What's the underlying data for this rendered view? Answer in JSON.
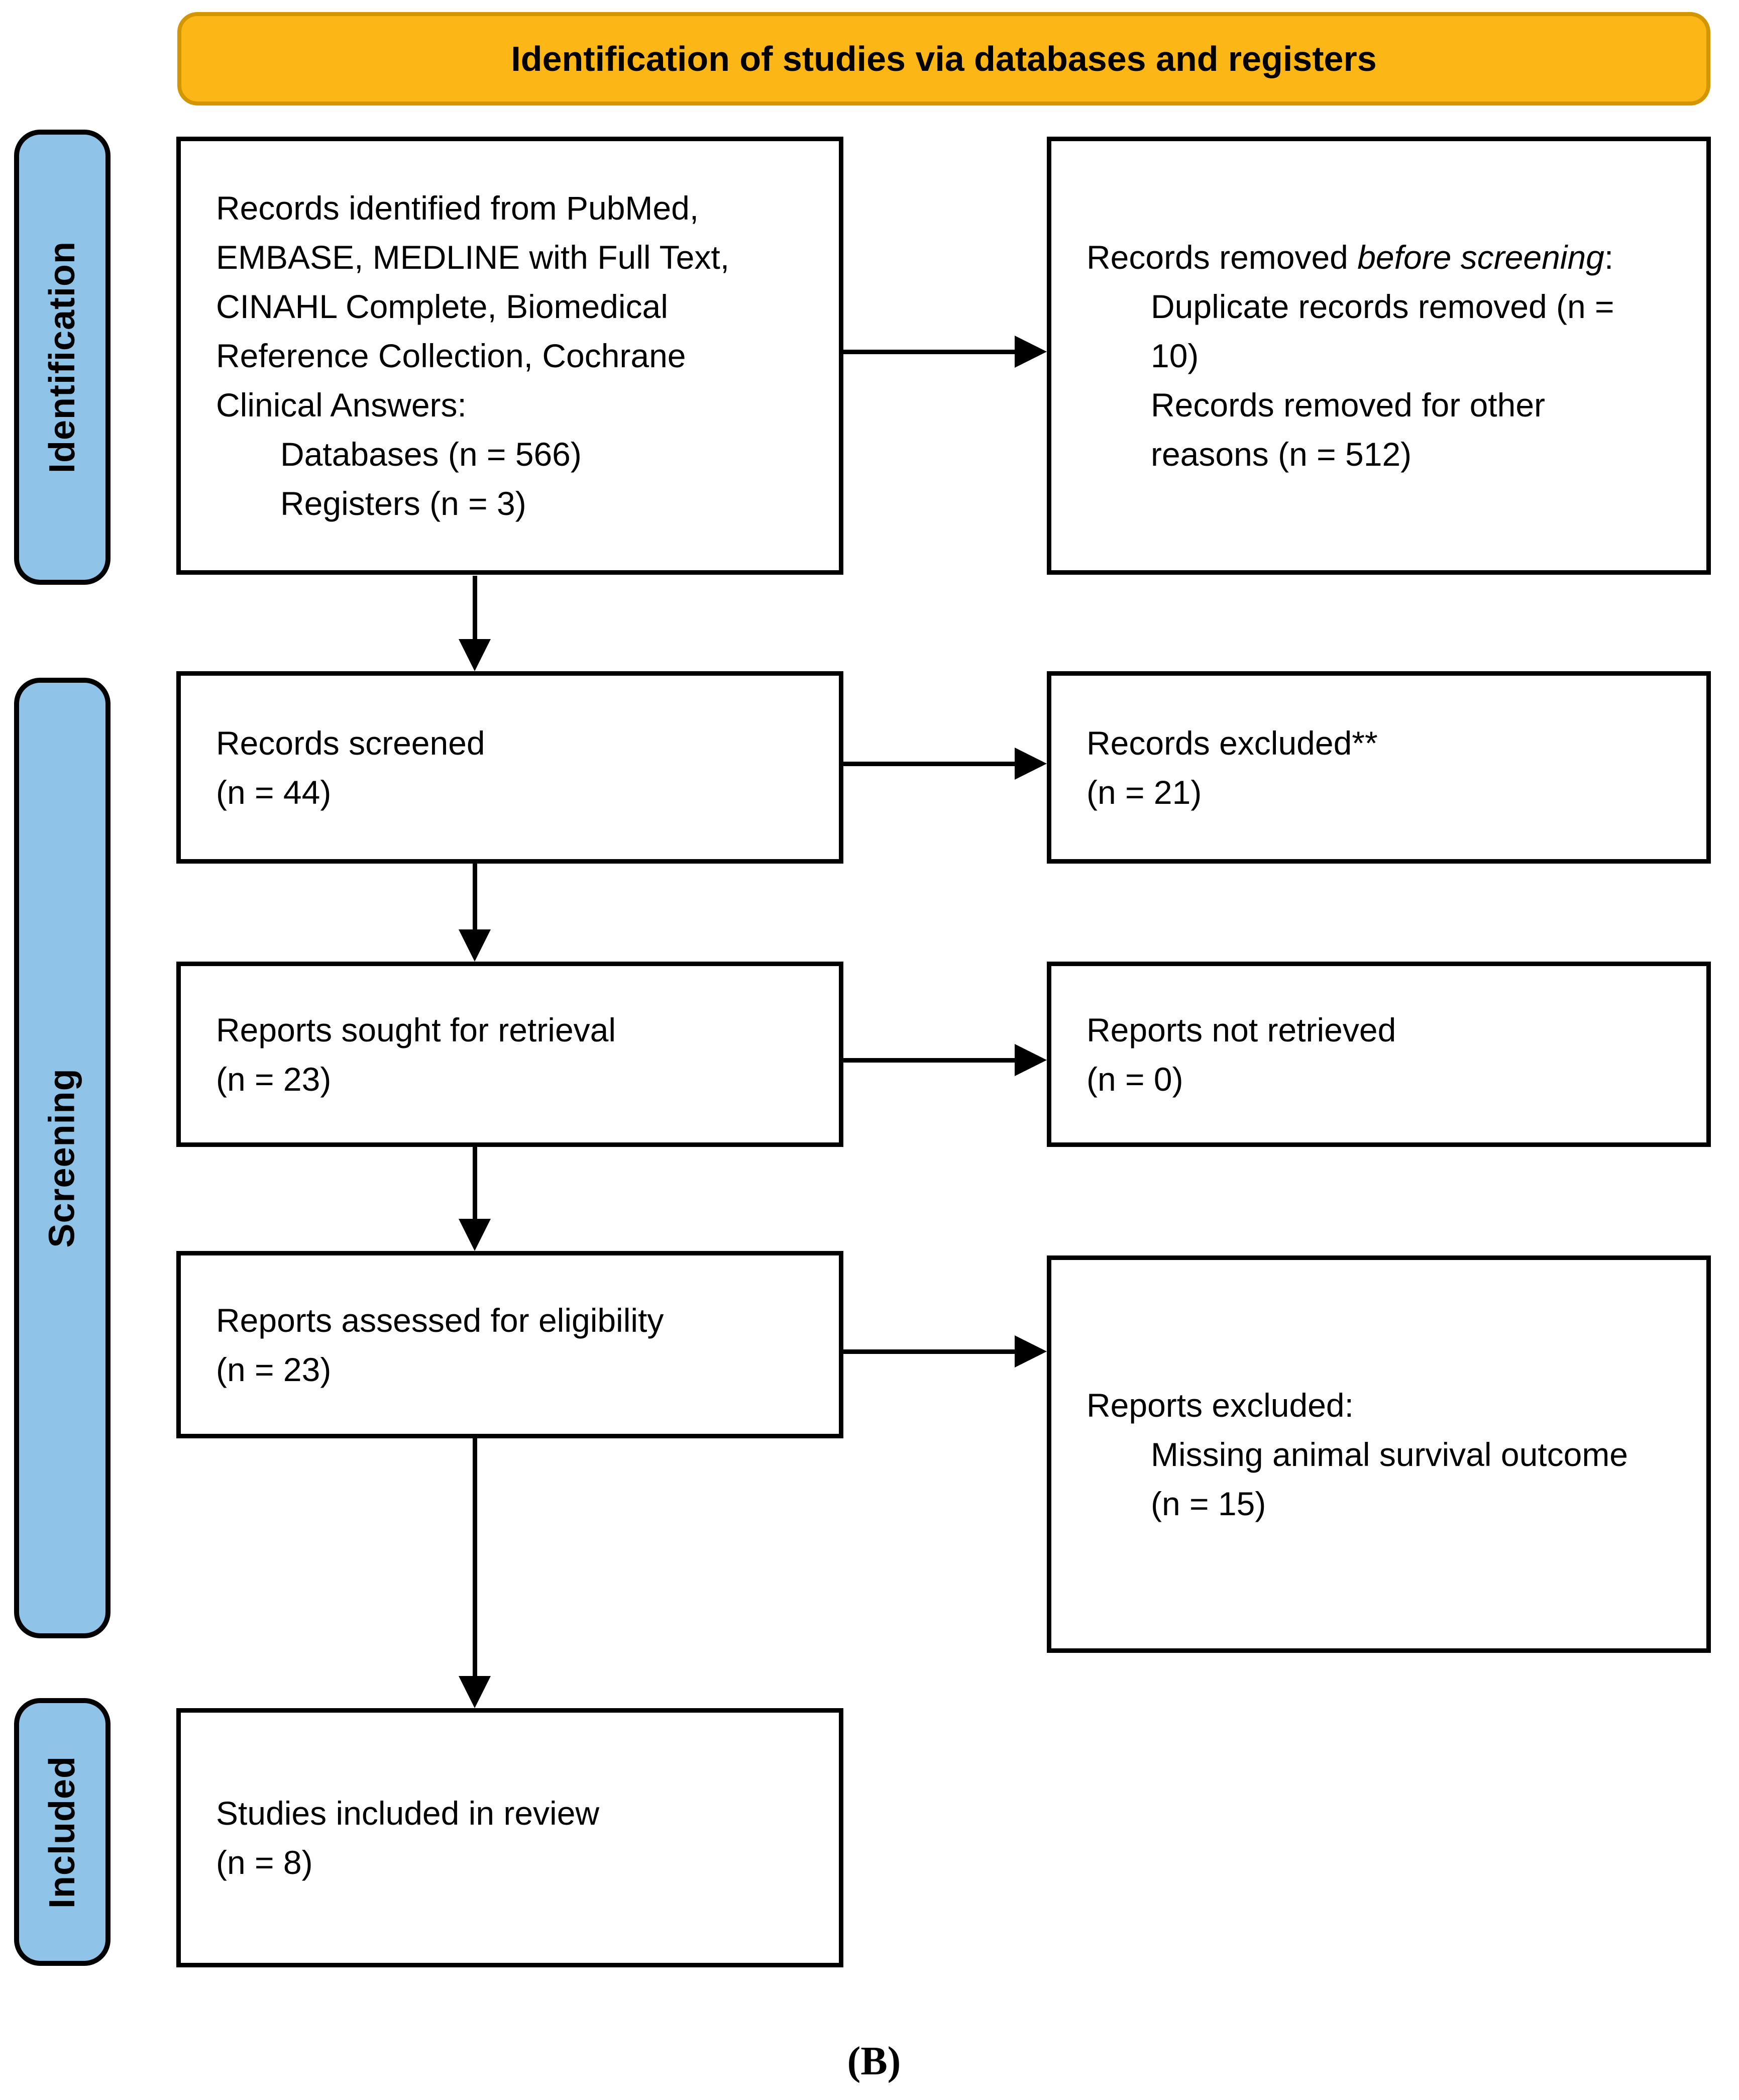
{
  "banner": {
    "title": "Identification of studies via databases and registers"
  },
  "side_labels": {
    "identification": "Identification",
    "screening": "Screening",
    "included": "Included"
  },
  "boxes": {
    "identified": {
      "heading": "Records identified from PubMed, EMBASE, MEDLINE with Full Text, CINAHL Complete, Biomedical Reference Collection, Cochrane Clinical Answers:",
      "items": [
        "Databases (n = 566)",
        "Registers (n = 3)"
      ]
    },
    "removed_before_screening": {
      "heading_prefix": "Records removed ",
      "heading_italic": "before screening",
      "heading_suffix": ":",
      "items": [
        "Duplicate records removed (n = 10)",
        "Records removed for other reasons (n = 512)"
      ]
    },
    "screened": {
      "label": "Records screened",
      "n": "(n = 44)"
    },
    "excluded": {
      "label": "Records excluded**",
      "n": "(n = 21)"
    },
    "sought": {
      "label": "Reports sought for retrieval",
      "n": "(n = 23)"
    },
    "not_retrieved": {
      "label": "Reports not retrieved",
      "n": "(n = 0)"
    },
    "assessed": {
      "label": "Reports assessed for eligibility",
      "n": "(n = 23)"
    },
    "reports_excluded": {
      "heading": "Reports excluded:",
      "items": [
        "Missing animal survival outcome (n = 15)"
      ]
    },
    "included_studies": {
      "label": "Studies included in review",
      "n": "(n = 8)"
    }
  },
  "caption": "(B)",
  "colors": {
    "banner_fill": "#FCB616",
    "banner_border": "#D29600",
    "stage_fill": "#8FC4E8",
    "outline": "#000000"
  }
}
